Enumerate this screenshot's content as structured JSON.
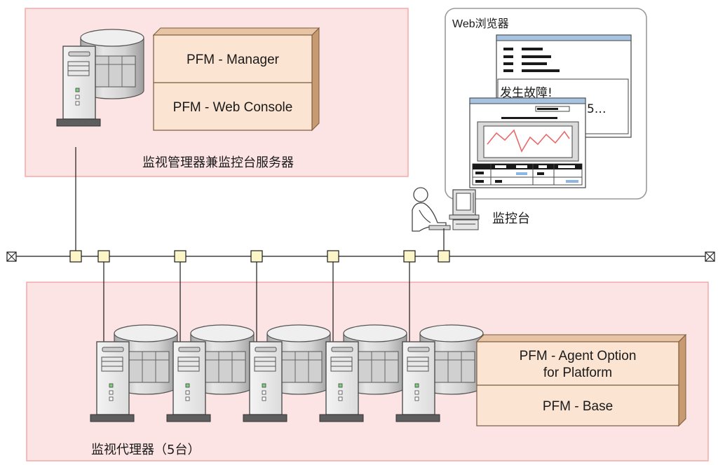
{
  "manager_server": {
    "components": [
      "PFM - Manager",
      "PFM - Web Console"
    ],
    "caption": "监视管理器兼监控台服务器"
  },
  "browser_panel": {
    "title": "Web浏览器",
    "alert_text": "发生故障!",
    "alert_suffix": "5.‥"
  },
  "console": {
    "caption": "监控台"
  },
  "agents": {
    "caption": "监视代理器（5台）",
    "count": 5,
    "components": [
      "PFM - Agent Option for Platform",
      "PFM - Base"
    ],
    "component_lines": [
      "PFM - Agent Option",
      "for Platform"
    ]
  },
  "colors": {
    "zone_fill": "#fde4e4",
    "zone_border": "#f4a8a8",
    "box_front": "#fbe4d2",
    "box_side": "#c89a72",
    "node_fill": "#fbf5c8",
    "chart_line": "#e86a6a",
    "screen_blue": "#c8dcf0"
  }
}
